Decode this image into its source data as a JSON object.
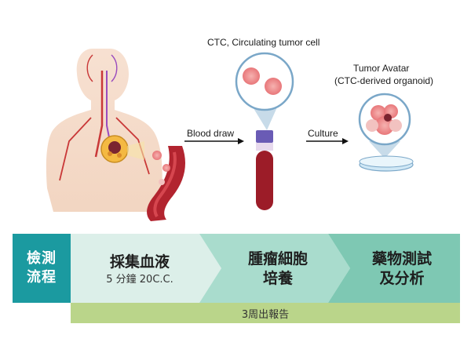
{
  "labels": {
    "ctc_title": "CTC, Circulating tumor cell",
    "blood_draw": "Blood draw",
    "culture": "Culture",
    "avatar_line1": "Tumor Avatar",
    "avatar_line2": "(CTC-derived organoid)"
  },
  "band": {
    "stage_line1": "檢測",
    "stage_line2": "流程",
    "step1_title": "採集血液",
    "step1_sub": "5 分鐘 20C.C.",
    "step2_line1": "腫瘤細胞",
    "step2_line2": "培養",
    "step3_line1": "藥物測試",
    "step3_line2": "及分析",
    "bottom": "3周出報告"
  },
  "colors": {
    "band_stage": "#1b9aa0",
    "band_step1": "#dcefe9",
    "band_step2": "#a9dccd",
    "band_step3": "#7ec8b3",
    "band_bottom": "#bad58a",
    "blood": "#9c1c28",
    "cap": "#6a5bb5"
  }
}
